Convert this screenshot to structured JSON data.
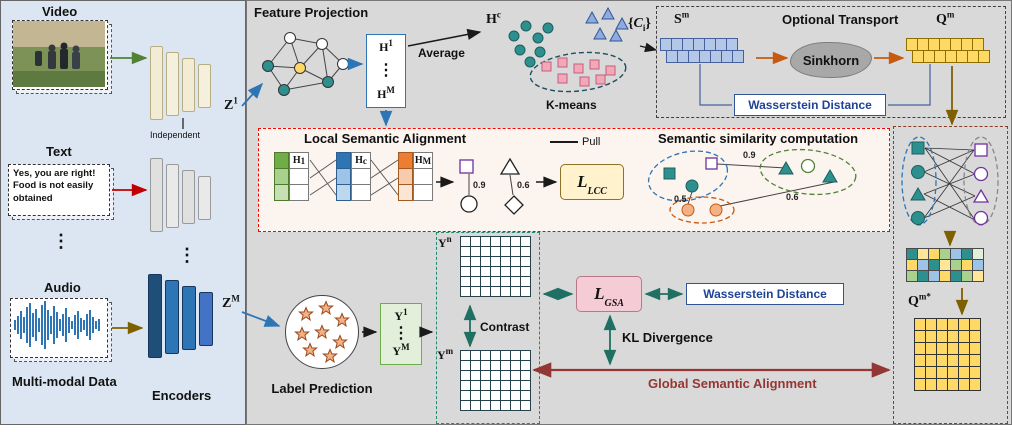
{
  "colors": {
    "left_panel_bg": "#dce6f2",
    "main_bg": "#d9d9d9",
    "accent_blue": "#2f5597",
    "sm_cell": "#b4c7e7",
    "qm_cell": "#ffd966",
    "local_box_border": "#ff0000",
    "right_box_border": "#8c3b1e",
    "contrast_box_border": "#1f8a74",
    "gsa_arrow": "#943634",
    "llcc_bg": "#fff2cc",
    "lgsa_bg": "#f5ccd6",
    "ybox_bg": "#e2efda",
    "teal_shape": "#2e8f8f"
  },
  "left": {
    "video": "Video",
    "text": "Text",
    "audio": "Audio",
    "text_content": "Yes, you are right! Food is not easily obtained",
    "dots": "⋮",
    "independent": "Independent",
    "multimodal": "Multi-modal Data",
    "encoders": "Encoders"
  },
  "top": {
    "feature_projection": "Feature Projection",
    "average": "Average",
    "kmeans": "K-means",
    "optional_transport": "Optional Transport",
    "sinkhorn": "Sinkhorn",
    "wasserstein": "Wasserstein Distance",
    "dots": "⋮"
  },
  "local": {
    "title": "Local Semantic Alignment",
    "pull": "Pull",
    "sim_title": "Semantic similarity computation",
    "pair_vals": {
      "v1": "0.9",
      "v2": "0.6"
    },
    "sim_vals": {
      "v1": "0.9",
      "v2": "0.6",
      "v3": "0.5"
    }
  },
  "bottom": {
    "label_prediction": "Label Prediction",
    "contrast": "Contrast",
    "wasserstein": "Wasserstein Distance",
    "kl": "KL Divergence",
    "gsa": "Global Semantic Alignment",
    "dots": "⋮"
  },
  "labels": {
    "z1": {
      "b": "Z",
      "s": "1"
    },
    "zm": {
      "b": "Z",
      "s": "M"
    },
    "h1": {
      "b": "H",
      "s": "1"
    },
    "hm": {
      "b": "H",
      "s": "M"
    },
    "hc": {
      "b": "H",
      "s": "c"
    },
    "sm": {
      "b": "S",
      "s": "m"
    },
    "qm": {
      "b": "Q",
      "s": "m"
    },
    "qmstar": {
      "b": "Q",
      "s": "m*"
    },
    "y1": {
      "b": "Y",
      "s": "1"
    },
    "ymcap": {
      "b": "Y",
      "s": "M"
    },
    "yn": {
      "b": "Y",
      "s": "n"
    },
    "ym": {
      "b": "Y",
      "s": "m"
    },
    "ci": {
      "pre": "{",
      "b": "C",
      "sub": "i",
      "post": "}"
    },
    "llcc": {
      "b": "L",
      "sub": "LCC"
    },
    "lgsa": {
      "b": "L",
      "sub": "GSA"
    }
  },
  "grids": {
    "sm": {
      "rows": 2,
      "cols": 7,
      "cw": 12,
      "ch": 13,
      "stagger": 6,
      "color": "#b4c7e7",
      "border": "#44619d"
    },
    "qm": {
      "rows": 2,
      "cols": 7,
      "cw": 12,
      "ch": 13,
      "stagger": 6,
      "color": "#ffd966",
      "border": "#8f6e00"
    },
    "mixed": {
      "rows": 3,
      "cols": 7,
      "cw": 12,
      "ch": 12,
      "border": "#4a4a4a",
      "colors": [
        [
          "#2e8f8f",
          "#ffe699",
          "#ffd966",
          "#a9d18e",
          "#9dc3e6",
          "#2e8f8f",
          "#e2efda"
        ],
        [
          "#ffd966",
          "#9dc3e6",
          "#2e8f8f",
          "#ffe699",
          "#a9d18e",
          "#ffd966",
          "#9dc3e6"
        ],
        [
          "#a9d18e",
          "#2e8f8f",
          "#9dc3e6",
          "#ffd966",
          "#2e8f8f",
          "#a9d18e",
          "#ffe699"
        ]
      ]
    },
    "qmstar": {
      "rows": 6,
      "cols": 6,
      "cw": 12,
      "ch": 13,
      "color": "#ffd966",
      "border": "#333333"
    },
    "yn": {
      "rows": 6,
      "cols": 7,
      "cw": 11,
      "ch": 11,
      "color": "#ffffff",
      "border": "#27424f"
    },
    "ym": {
      "rows": 6,
      "cols": 7,
      "cw": 11,
      "ch": 11,
      "color": "#ffffff",
      "border": "#27424f"
    }
  },
  "minitables": [
    {
      "label_b": "H",
      "label_s": "1",
      "col": {
        "rows": 3,
        "cols": 1,
        "cw": 15,
        "ch": 17,
        "border": "#4e7a2e",
        "colors": [
          [
            "#70ad47"
          ],
          [
            "#a9d18e"
          ],
          [
            "#c6e0b4"
          ]
        ]
      }
    },
    {
      "label_b": "H",
      "label_s": "c",
      "col": {
        "rows": 3,
        "cols": 1,
        "cw": 15,
        "ch": 17,
        "border": "#2e5e8e",
        "colors": [
          [
            "#2e75b6"
          ],
          [
            "#9dc3e6"
          ],
          [
            "#bdd7ee"
          ]
        ]
      }
    },
    {
      "label_b": "H",
      "label_s": "M",
      "col": {
        "rows": 3,
        "cols": 1,
        "cw": 15,
        "ch": 17,
        "border": "#a35a1f",
        "colors": [
          [
            "#ed7d31"
          ],
          [
            "#f8cbad"
          ],
          [
            "#fbe5d6"
          ]
        ]
      }
    }
  ]
}
